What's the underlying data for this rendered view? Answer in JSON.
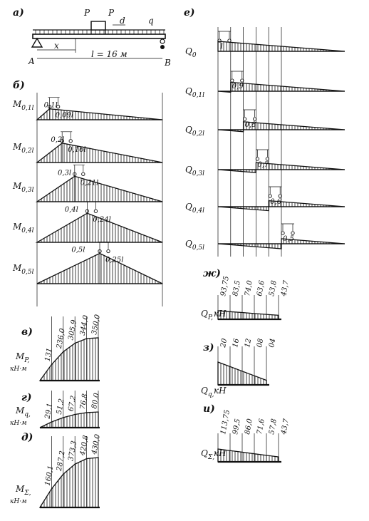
{
  "panels": {
    "a": "а)",
    "b": "б)",
    "v": "в)",
    "g": "г)",
    "d": "д)",
    "e": "е)",
    "zh": "ж)",
    "z": "з)",
    "i": "и)"
  },
  "beam": {
    "load_p1": "P",
    "load_p2": "P",
    "spacing": "d",
    "distributed": "q",
    "support_a": "A",
    "support_b": "B",
    "x": "x",
    "span": "l = 16 м"
  },
  "moment_lines": [
    {
      "label": "M",
      "sub": "0,1l",
      "pos": "0,1l",
      "ord": "0,09l"
    },
    {
      "label": "M",
      "sub": "0,2l",
      "pos": "0,2l",
      "ord": "0,16l"
    },
    {
      "label": "M",
      "sub": "0,3l",
      "pos": "0,3l",
      "ord": "0,21l"
    },
    {
      "label": "M",
      "sub": "0,4l",
      "pos": "0,4l",
      "ord": "0,24l"
    },
    {
      "label": "M",
      "sub": "0,5l",
      "pos": "0,5l",
      "ord": "0,25l"
    }
  ],
  "shear_lines": [
    {
      "label": "Q",
      "sub": "0",
      "ord": "1"
    },
    {
      "label": "Q",
      "sub": "0,1l",
      "ord": "0,9"
    },
    {
      "label": "Q",
      "sub": "0,2l",
      "ord": "0,8"
    },
    {
      "label": "Q",
      "sub": "0,3l",
      "ord": "0,7"
    },
    {
      "label": "Q",
      "sub": "0,4l",
      "ord": "0,6"
    },
    {
      "label": "Q",
      "sub": "0,5l",
      "ord": "0,5"
    }
  ],
  "env_Mp": {
    "label": "M",
    "sub": "P,",
    "unit": "кН·м",
    "values": [
      "131",
      "236,0",
      "305,9",
      "344,0",
      "350,0"
    ]
  },
  "env_Mq": {
    "label": "M",
    "sub": "q,",
    "unit": "кН·м",
    "values": [
      "29,1",
      "51,2",
      "67,2",
      "76,8",
      "80,0"
    ]
  },
  "env_Ms": {
    "label": "M",
    "sub": "Σ,",
    "unit": "кН·м",
    "values": [
      "160,1",
      "287,2",
      "373,3",
      "420,8",
      "430,0"
    ]
  },
  "env_Qp": {
    "label": "Q",
    "sub": "P,",
    "unit": "кН",
    "values": [
      "93,75",
      "83,5",
      "74,0",
      "63,6",
      "53,8",
      "43,7"
    ]
  },
  "env_Qq": {
    "label": "Q",
    "sub": "q,",
    "unit": "кН",
    "values": [
      "20",
      "16",
      "12",
      "08",
      "04"
    ]
  },
  "env_Qs": {
    "label": "Q",
    "sub": "Σ,",
    "unit": "кН",
    "values": [
      "113,75",
      "99,5",
      "86,0",
      "71,6",
      "57,8",
      "43,7"
    ]
  }
}
